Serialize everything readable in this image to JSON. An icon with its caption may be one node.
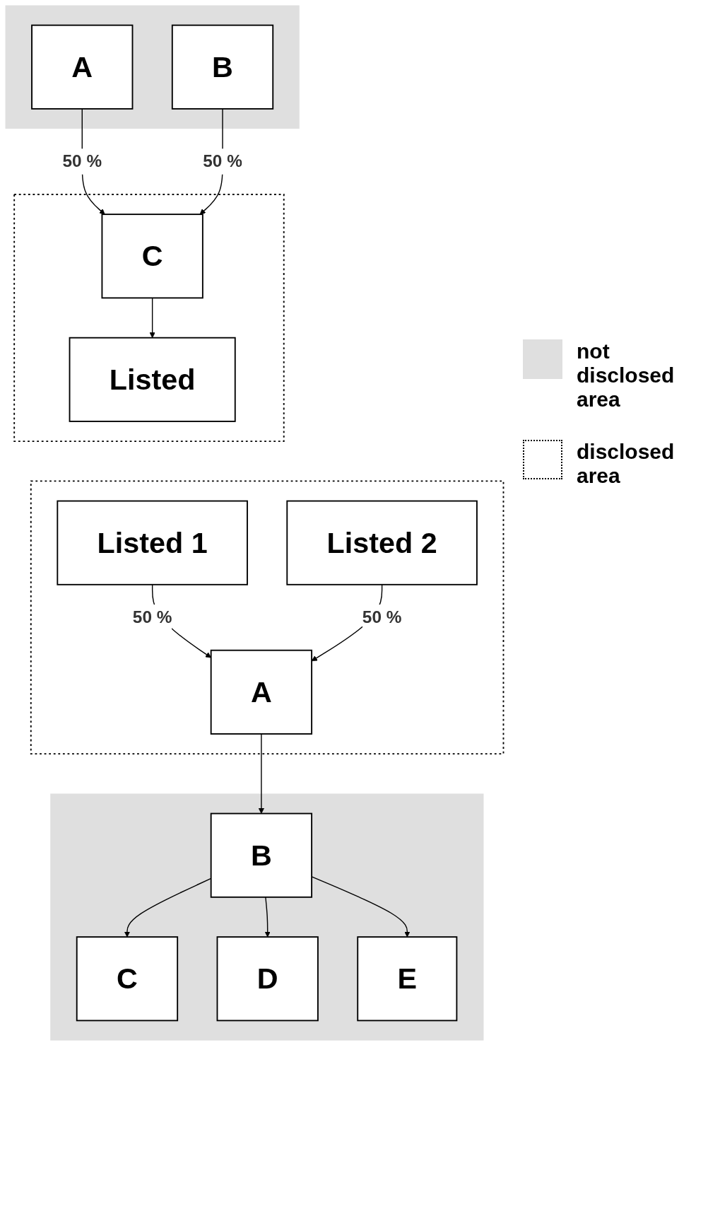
{
  "diagram": {
    "nodes": [
      {
        "text": [],
        "shape": "box"
      },
      {
        "text": [
          "A"
        ],
        "in": 0
      },
      {
        "text": [
          "B"
        ],
        "in": 0
      },
      {
        "text": [],
        "shape": "box"
      },
      {
        "text": [
          "C"
        ],
        "in": 3
      },
      {
        "text": [
          "Listed"
        ],
        "in": 3
      },
      {
        "text": [],
        "shape": "box"
      },
      {
        "text": [
          "Listed 1"
        ],
        "in": 6
      },
      {
        "text": [
          "Listed 2"
        ],
        "in": 6
      },
      {
        "text": [
          "A"
        ],
        "in": 6
      },
      {
        "text": [],
        "shape": "box"
      },
      {
        "text": [
          "B"
        ],
        "in": 10
      },
      {
        "text": [
          "C"
        ],
        "in": 10
      },
      {
        "text": [
          "D"
        ],
        "in": 10
      },
      {
        "text": [
          "E"
        ],
        "in": 10
      }
    ],
    "edges": [
      {
        "from": 1,
        "to": 4,
        "arrow": "to",
        "label": "50 %"
      },
      {
        "from": 2,
        "to": 4,
        "arrow": "to",
        "label": "50 %"
      },
      {
        "from": 4,
        "to": 5,
        "arrow": "to"
      },
      {
        "from": 7,
        "to": 9,
        "arrow": "to",
        "label": "50 %"
      },
      {
        "from": 8,
        "to": 9,
        "arrow": "to",
        "label": "50 %"
      },
      {
        "from": 9,
        "to": 11,
        "arrow": "to"
      },
      {
        "from": 11,
        "to": 12,
        "arrow": "to"
      },
      {
        "from": 11,
        "to": 13,
        "arrow": "to"
      },
      {
        "from": 11,
        "to": 14,
        "arrow": "to"
      }
    ],
    "legend": [
      {
        "text": "not disclosed area",
        "color": "#dfdfdf"
      },
      {
        "text": "disclosed area"
      }
    ]
  }
}
